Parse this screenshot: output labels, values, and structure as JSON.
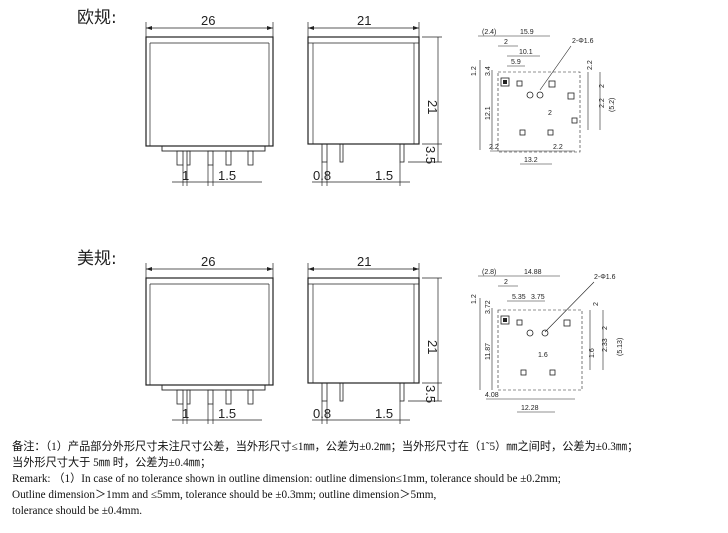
{
  "sections": [
    {
      "title": "欧规:",
      "front": {
        "width": "26",
        "pin_pitch_a": "1",
        "pin_pitch_b": "1.5"
      },
      "side": {
        "width": "21",
        "height": "21",
        "pin_len": "3.5",
        "pin_thk": "0.8",
        "pin_pitch": "1.5"
      },
      "pcb": {
        "top_dims": [
          "(2.4)",
          "15.9",
          "2",
          "10.1",
          "5.9"
        ],
        "left_dims": [
          "1.2",
          "3.4",
          "12.1"
        ],
        "right_dims": [
          "2.2",
          "2",
          "2.2",
          "(5.2)"
        ],
        "mid_dims": [
          "2"
        ],
        "bottom_dims": [
          "2.2",
          "2.2",
          "13.2"
        ],
        "hole_label": "2-Φ1.6"
      }
    },
    {
      "title": "美规:",
      "front": {
        "width": "26",
        "pin_pitch_a": "1",
        "pin_pitch_b": "1.5"
      },
      "side": {
        "width": "21",
        "height": "21",
        "pin_len": "3.5",
        "pin_thk": "0.8",
        "pin_pitch": "1.5"
      },
      "pcb": {
        "top_dims": [
          "(2.8)",
          "14.88",
          "2",
          "5.35",
          "3.75"
        ],
        "left_dims": [
          "1.2",
          "3.72",
          "11.87"
        ],
        "right_dims": [
          "2",
          "2",
          "2.33",
          "(5.13)",
          "1.6"
        ],
        "mid_dims": [
          "1.6"
        ],
        "bottom_dims": [
          "4.08",
          "12.28"
        ],
        "hole_label": "2-Φ1.6"
      }
    }
  ],
  "notes": {
    "cn_line1": "备注：（1）产品部分外形尺寸未注尺寸公差，当外形尺寸≤1㎜，公差为±0.2㎜；当外形尺寸在（1˜5）㎜之间时，公差为±0.3㎜；",
    "cn_line2": "当外形尺寸大于 5㎜ 时，公差为±0.4㎜；",
    "en_line1": "Remark: （1）In case of no tolerance shown in outline dimension: outline dimension≤1mm, tolerance should be ±0.2mm;",
    "en_line2": "Outline dimension＞1mm and ≤5mm, tolerance should be ±0.3mm; outline dimension＞5mm,",
    "en_line3": "tolerance should be ±0.4mm."
  }
}
